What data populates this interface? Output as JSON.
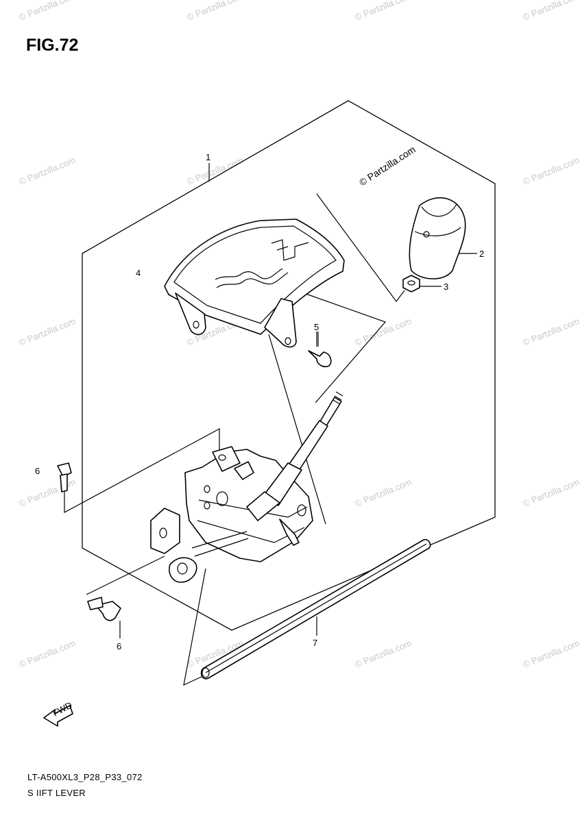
{
  "figure": {
    "title": "FIG.72"
  },
  "callouts": [
    {
      "id": "1",
      "label": "1"
    },
    {
      "id": "2",
      "label": "2"
    },
    {
      "id": "3",
      "label": "3"
    },
    {
      "id": "4",
      "label": "4"
    },
    {
      "id": "5",
      "label": "5"
    },
    {
      "id": "6a",
      "label": "6"
    },
    {
      "id": "6b",
      "label": "6"
    },
    {
      "id": "7",
      "label": "7"
    }
  ],
  "watermark": {
    "text": "© Partzilla.com",
    "prominent": "© Partzilla.com"
  },
  "fwd_marker": {
    "label": "FWD"
  },
  "footer": {
    "code": "LT-A500XL3_P28_P33_072",
    "caption": "S IIFT LEVER"
  },
  "colors": {
    "line": "#000000",
    "watermark": "#c8c8c8",
    "background": "#ffffff"
  }
}
